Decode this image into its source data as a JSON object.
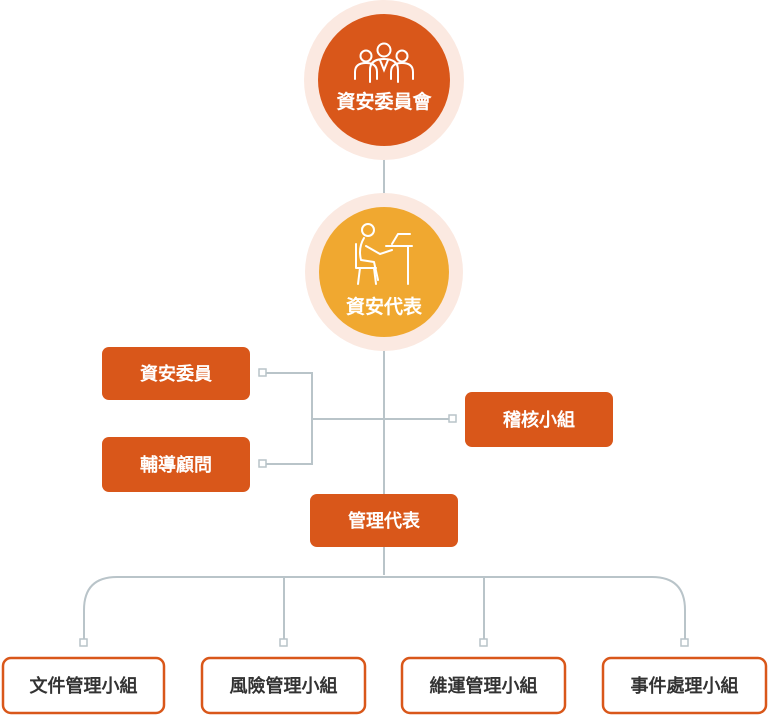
{
  "colors": {
    "primary": "#d9571a",
    "secondary": "#f0a830",
    "halo": "#fbe9e1",
    "line": "#b9c4c9",
    "box_text": "#ffffff",
    "outline_text": "#333333"
  },
  "top": {
    "committee": {
      "label": "資安委員會",
      "icon": "group-of-people-icon"
    },
    "representative": {
      "label": "資安代表",
      "icon": "person-at-desk-icon"
    }
  },
  "advisors": {
    "member": "資安委員",
    "consultant": "輔導顧問",
    "audit": "稽核小組"
  },
  "management": {
    "label": "管理代表"
  },
  "teams": [
    "文件管理小組",
    "風險管理小組",
    "維運管理小組",
    "事件處理小組"
  ]
}
